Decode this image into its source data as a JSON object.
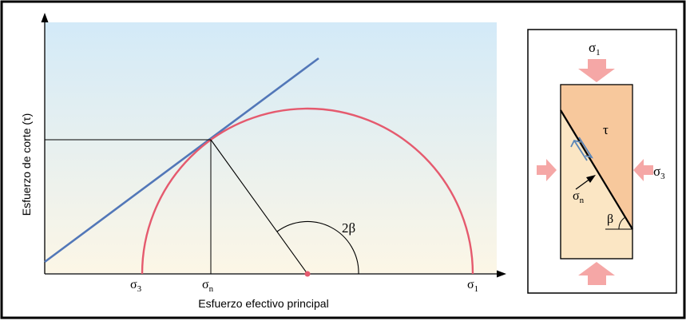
{
  "colors": {
    "frame": "#000000",
    "sky_top": "#d3eaf8",
    "sky_bottom": "#fcf6e6",
    "envelope_line": "#5277b8",
    "mohr_circle": "#e55a6e",
    "center_dot": "#e55a6e",
    "guide_line": "#000000",
    "specimen_fill": "#fbe6c4",
    "block_fill": "#f7c89c",
    "arrow_fill": "#f5a7a6",
    "slip_arrow": "#5b86b8"
  },
  "mohr_diagram": {
    "ylabel": "Esfuerzo de corte (τ)",
    "xlabel": "Esfuerzo efectivo principal",
    "ticks": {
      "sigma3": {
        "base": "σ",
        "sub": "3"
      },
      "sigma_n": {
        "base": "σ",
        "sub": "n"
      },
      "sigma1": {
        "base": "σ",
        "sub": "1"
      }
    },
    "angle_label": "2β"
  },
  "specimen": {
    "top_label": {
      "base": "σ",
      "sub": "1"
    },
    "right_label": {
      "base": "σ",
      "sub": "3"
    },
    "shear_label": "τ",
    "normal_label": {
      "base": "σ",
      "sub": "n"
    },
    "angle_label": "β"
  },
  "icons": {
    "compression_arrow": "block-arrow-icon",
    "slip_arrows": "opposing-half-arrows-icon",
    "normal_arrow": "arrow-icon"
  }
}
